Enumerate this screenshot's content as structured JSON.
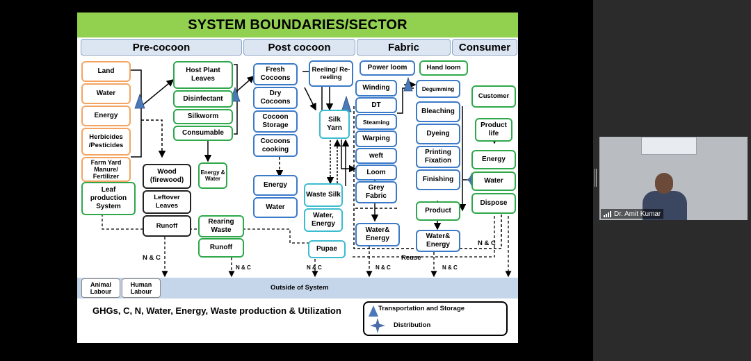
{
  "slide": {
    "title": "SYSTEM BOUNDARIES/SECTOR",
    "sections": [
      "Pre-cocoon",
      "Post cocoon",
      "Fabric",
      "Consumer"
    ],
    "nodes": {
      "land": "Land",
      "water1": "Water",
      "energy1": "Energy",
      "herbicides": "Herbicides /Pesticides",
      "farmyard": "Farm Yard Manure/ Fertilizer",
      "leafprod": "Leaf production System",
      "hostplant": "Host Plant Leaves",
      "disinfectant": "Disinfectant",
      "silkworm": "Silkworm",
      "consumable": "Consumable",
      "energywater1": "Energy & Water",
      "wood": "Wood (firewood)",
      "leftover": "Leftover Leaves",
      "runoff1": "Runoff",
      "rearingwaste": "Rearing Waste",
      "runoff2": "Runoff",
      "freshcocoons": "Fresh Cocoons",
      "drycocoons": "Dry Cocoons",
      "cocoonstorage": "Cocoon Storage",
      "cocoonscooking": "Cocoons cooking",
      "energy2": "Energy",
      "water2": "Water",
      "reeling": "Reeling/ Re-reeling",
      "silkyarn": "Silk Yarn",
      "wastesilk": "Waste Silk",
      "waterenergy1": "Water, Energy",
      "pupae": "Pupae",
      "powerloom": "Power loom",
      "handloom": "Hand loom",
      "winding": "Winding",
      "dt": "DT",
      "steaming": "Steaming",
      "warping": "Warping",
      "weft": "weft",
      "loom": "Loom",
      "greyfabric": "Grey Fabric",
      "waterenergy2": "Water& Energy",
      "degumming": "Degumming",
      "bleaching": "Bleaching",
      "dyeing": "Dyeing",
      "printing": "Printing Fixation",
      "finishing": "Finishing",
      "product": "Product",
      "waterenergy3": "Water& Energy",
      "customer": "Customer",
      "productlife": "Product life",
      "energy3": "Energy",
      "water3": "Water",
      "dispose": "Dispose"
    },
    "labels": {
      "nc1": "N & C",
      "nc2": "N & C",
      "nc3": "N & C",
      "nc4": "N & C",
      "nc5": "N & C",
      "nc6": "N & C",
      "reuse": "Reuse"
    },
    "outside": {
      "animal": "Animal Labour",
      "human": "Human Labour",
      "label": "Outside of System"
    },
    "bottom_text": "GHGs, C, N, Water, Energy, Waste production & Utilization",
    "legend": {
      "transport": "Transportation and Storage",
      "distribution": "Distribution"
    }
  },
  "participant": {
    "name": "Dr. Amit Kumar"
  }
}
